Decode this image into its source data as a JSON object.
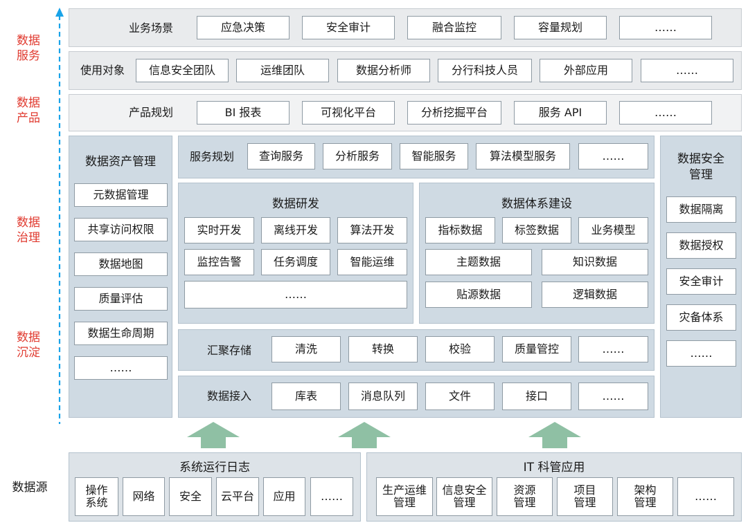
{
  "side_labels": {
    "service": "数据\n服务",
    "product": "数据\n产品",
    "governance": "数据\n治理",
    "settle": "数据\n沉淀",
    "source": "数据源"
  },
  "business": {
    "label": "业务场景",
    "items": [
      "应急决策",
      "安全审计",
      "融合监控",
      "容量规划",
      "……"
    ]
  },
  "users": {
    "label": "使用对象",
    "items": [
      "信息安全团队",
      "运维团队",
      "数据分析师",
      "分行科技人员",
      "外部应用",
      "……"
    ]
  },
  "product": {
    "label": "产品规划",
    "items": [
      "BI 报表",
      "可视化平台",
      "分析挖掘平台",
      "服务 API",
      "……"
    ]
  },
  "asset_mgmt": {
    "title": "数据资产管理",
    "items": [
      "元数据管理",
      "共享访问权限",
      "数据地图",
      "质量评估",
      "数据生命周期",
      "……"
    ]
  },
  "security_mgmt": {
    "title": "数据安全\n管理",
    "items": [
      "数据隔离",
      "数据授权",
      "安全审计",
      "灾备体系",
      "……"
    ]
  },
  "service_plan": {
    "label": "服务规划",
    "items": [
      "查询服务",
      "分析服务",
      "智能服务",
      "算法模型服务",
      "……"
    ]
  },
  "rnd": {
    "title": "数据研发",
    "items": [
      "实时开发",
      "离线开发",
      "算法开发",
      "监控告警",
      "任务调度",
      "智能运维",
      "……"
    ]
  },
  "system_build": {
    "title": "数据体系建设",
    "items": [
      "指标数据",
      "标签数据",
      "业务模型",
      "主题数据",
      "知识数据",
      "贴源数据",
      "逻辑数据"
    ]
  },
  "storage": {
    "label": "汇聚存储",
    "items": [
      "清洗",
      "转换",
      "校验",
      "质量管控",
      "……"
    ]
  },
  "ingest": {
    "label": "数据接入",
    "items": [
      "库表",
      "消息队列",
      "文件",
      "接口",
      "……"
    ]
  },
  "src_logs": {
    "title": "系统运行日志",
    "items": [
      "操作\n系统",
      "网络",
      "安全",
      "云平台",
      "应用",
      "……"
    ]
  },
  "src_it": {
    "title": "IT 科管应用",
    "items": [
      "生产运维\n管理",
      "信息安全\n管理",
      "资源\n管理",
      "项目\n管理",
      "架构\n管理",
      "……"
    ]
  },
  "colors": {
    "side_label": "#e03a2f",
    "arrow_dashed": "#1aa3e8",
    "arrow_up": "#8fc0a4"
  },
  "icons": {
    "vertical_arrow": "dashed-up-arrow-icon",
    "flow_arrow": "up-arrow-icon"
  }
}
